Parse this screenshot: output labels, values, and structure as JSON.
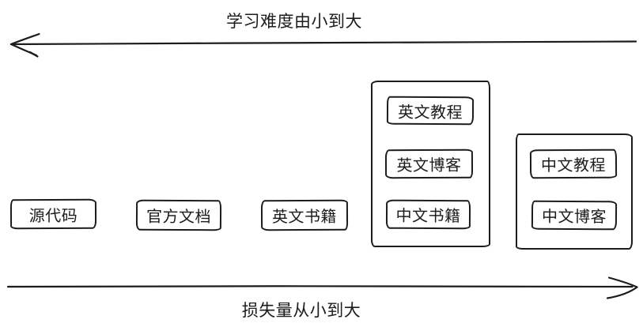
{
  "colors": {
    "ink": "#1c1c1c",
    "background": "#ffffff"
  },
  "top_axis": {
    "label": "学习难度由小到大",
    "direction": "left"
  },
  "bottom_axis": {
    "label": "损失量从小到大",
    "direction": "right"
  },
  "standalone_boxes": [
    {
      "label": "源代码"
    },
    {
      "label": "官方文档"
    },
    {
      "label": "英文书籍"
    }
  ],
  "groups": [
    {
      "name": "english-resources",
      "items": [
        {
          "label": "英文教程"
        },
        {
          "label": "英文博客"
        },
        {
          "label": "中文书籍"
        }
      ]
    },
    {
      "name": "chinese-resources",
      "items": [
        {
          "label": "中文教程"
        },
        {
          "label": "中文博客"
        }
      ]
    }
  ]
}
